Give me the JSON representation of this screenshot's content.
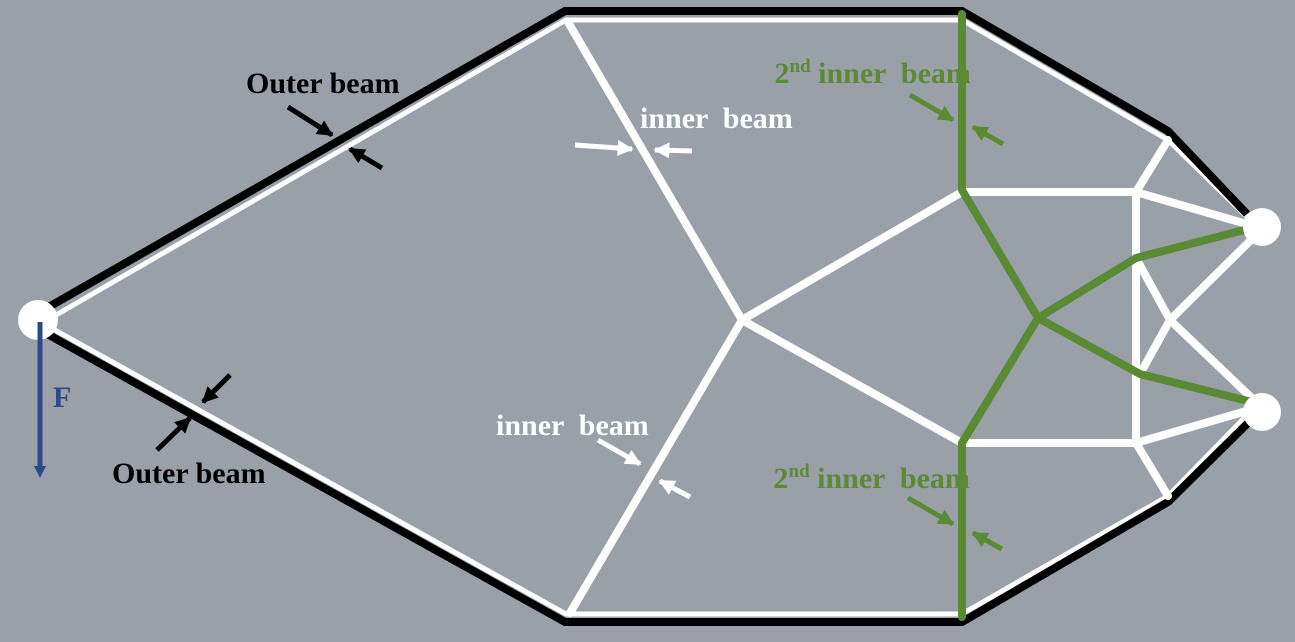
{
  "colors": {
    "background": "#9aa0a8",
    "outer_beam": "#000000",
    "inner_beam": "#ffffff",
    "second_inner_beam": "#5b8a35",
    "force": "#2b4a8a",
    "joint": "#ffffff"
  },
  "labels": {
    "outer_beam_top": "Outer beam",
    "outer_beam_bottom": "Outer beam",
    "inner_beam_top": "inner  beam",
    "inner_beam_bottom": "inner  beam",
    "second_inner_top_prefix": "2",
    "second_inner_top_sup": "nd",
    "second_inner_top_suffix": " inner  beam",
    "second_inner_bottom_prefix": "2",
    "second_inner_bottom_sup": "nd",
    "second_inner_bottom_suffix": " inner  beam",
    "force": "F"
  }
}
